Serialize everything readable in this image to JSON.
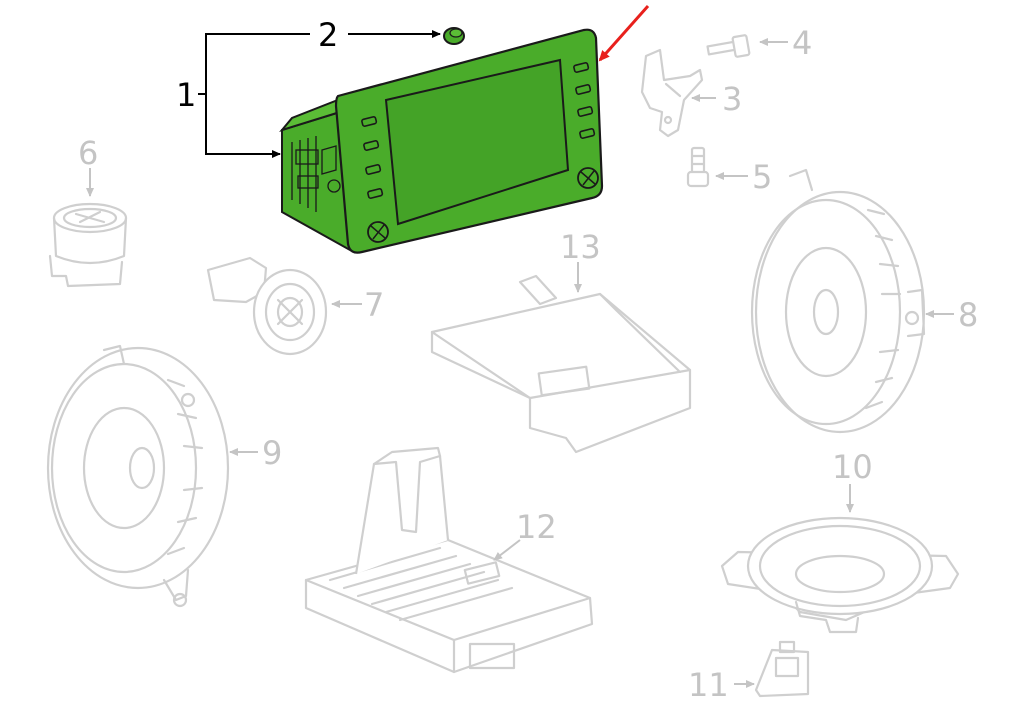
{
  "colors": {
    "highlight_fill": "#4aac2a",
    "highlight_stroke": "#1a1a1a",
    "faded_line": "#cfcfcf",
    "faded_label": "#c4c4c4",
    "dark_label": "#000000",
    "pointer_arrow": "#e8201c"
  },
  "labels": {
    "p1": "1",
    "p2": "2",
    "p3": "3",
    "p4": "4",
    "p5": "5",
    "p6": "6",
    "p7": "7",
    "p8": "8",
    "p9": "9",
    "p10": "10",
    "p11": "11",
    "p12": "12",
    "p13": "13"
  },
  "highlighted_part": "1"
}
